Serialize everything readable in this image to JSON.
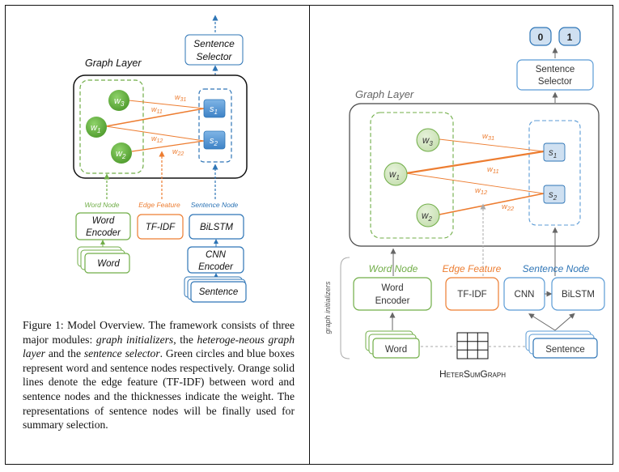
{
  "caption": {
    "lead": "Figure 1: Model Overview. The framework consists of three major modules: ",
    "m1": "graph initializers",
    "t1": ", the ",
    "m2": "heteroge-neous graph layer",
    "t2": " and the ",
    "m3": "sentence selector",
    "t3": ". Green circles and blue boxes represent word and sentence nodes respectively. Orange solid lines denote the edge feature (TF-IDF) between word and sentence nodes and the thicknesses indicate the weight. The representations of sentence nodes will be finally used for summary selection."
  },
  "left": {
    "selector": [
      "Sentence",
      "Selector"
    ],
    "graph_layer": "Graph Layer",
    "words": [
      "w",
      "w",
      "w"
    ],
    "word_subs": [
      "3",
      "1",
      "2"
    ],
    "sents": [
      "s",
      "s"
    ],
    "sent_subs": [
      "1",
      "2"
    ],
    "edges": [
      "w",
      "w",
      "w",
      "w"
    ],
    "edge_subs": [
      "31",
      "11",
      "12",
      "22"
    ],
    "section_labels": [
      "Word Node",
      "Edge Feature",
      "Sentence Node"
    ],
    "word_encoder": [
      "Word",
      "Encoder"
    ],
    "tfidf": "TF-IDF",
    "bilstm": "BiLSTM",
    "cnn_encoder": [
      "CNN",
      "Encoder"
    ],
    "word": "Word",
    "sentence": "Sentence"
  },
  "right": {
    "outputs": [
      "0",
      "1"
    ],
    "selector": [
      "Sentence",
      "Selector"
    ],
    "graph_layer": "Graph Layer",
    "words": [
      "w",
      "w",
      "w"
    ],
    "word_subs": [
      "3",
      "1",
      "2"
    ],
    "sents": [
      "s",
      "s"
    ],
    "sent_subs": [
      "1",
      "2"
    ],
    "edges": [
      "w",
      "w",
      "w",
      "w"
    ],
    "edge_subs": [
      "31",
      "11",
      "12",
      "22"
    ],
    "side_label": "graph initializers",
    "section_labels": [
      "Word Node",
      "Edge Feature",
      "Sentence Node"
    ],
    "word_encoder": [
      "Word",
      "Encoder"
    ],
    "tfidf": "TF-IDF",
    "cnn": "CNN",
    "bilstm": "BiLSTM",
    "word": "Word",
    "sentence": "Sentence",
    "title": "HeterSumGraph"
  },
  "colors": {
    "green": "#70ad47",
    "green_dark": "#548235",
    "green_light": "#d5e8c4",
    "blue": "#2e75b6",
    "blue_mid": "#5b9bd5",
    "blue_light": "#cfe0f1",
    "orange": "#ed7d31"
  }
}
